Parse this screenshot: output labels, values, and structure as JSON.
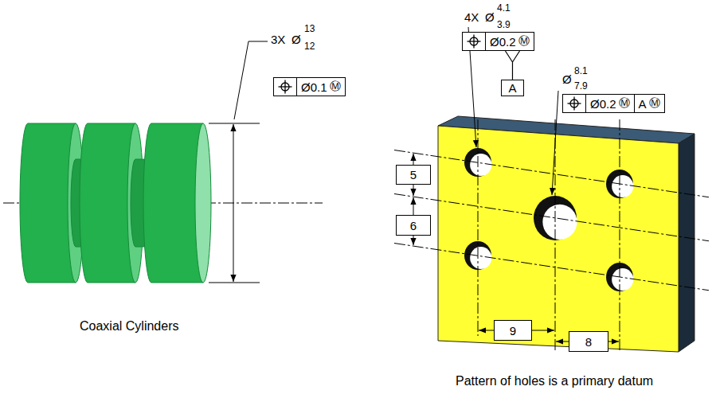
{
  "diagram": {
    "nodes": [
      {
        "text": [
          "Ø0.1",
          "Ⓜ"
        ]
      },
      {
        "text": [
          "Ø0.2",
          "Ⓜ"
        ]
      },
      {
        "text": [
          "A"
        ]
      },
      {
        "text": [
          "Ø0.2",
          "Ⓜ",
          "A",
          "Ⓜ"
        ]
      },
      {
        "text": [
          "5"
        ]
      },
      {
        "text": [
          "6"
        ]
      },
      {
        "text": [
          "9"
        ]
      },
      {
        "text": [
          "8"
        ]
      }
    ],
    "edges": [
      {
        "from": 1,
        "to": 2,
        "arrow": "none"
      }
    ],
    "labels": [
      "3X",
      "Ø",
      "13",
      "12",
      "4X",
      "Ø",
      "4.1",
      "3.9",
      "Ø",
      "8.1",
      "7.9",
      "Coaxial Cylinders",
      "Pattern of holes is a primary datum"
    ]
  }
}
